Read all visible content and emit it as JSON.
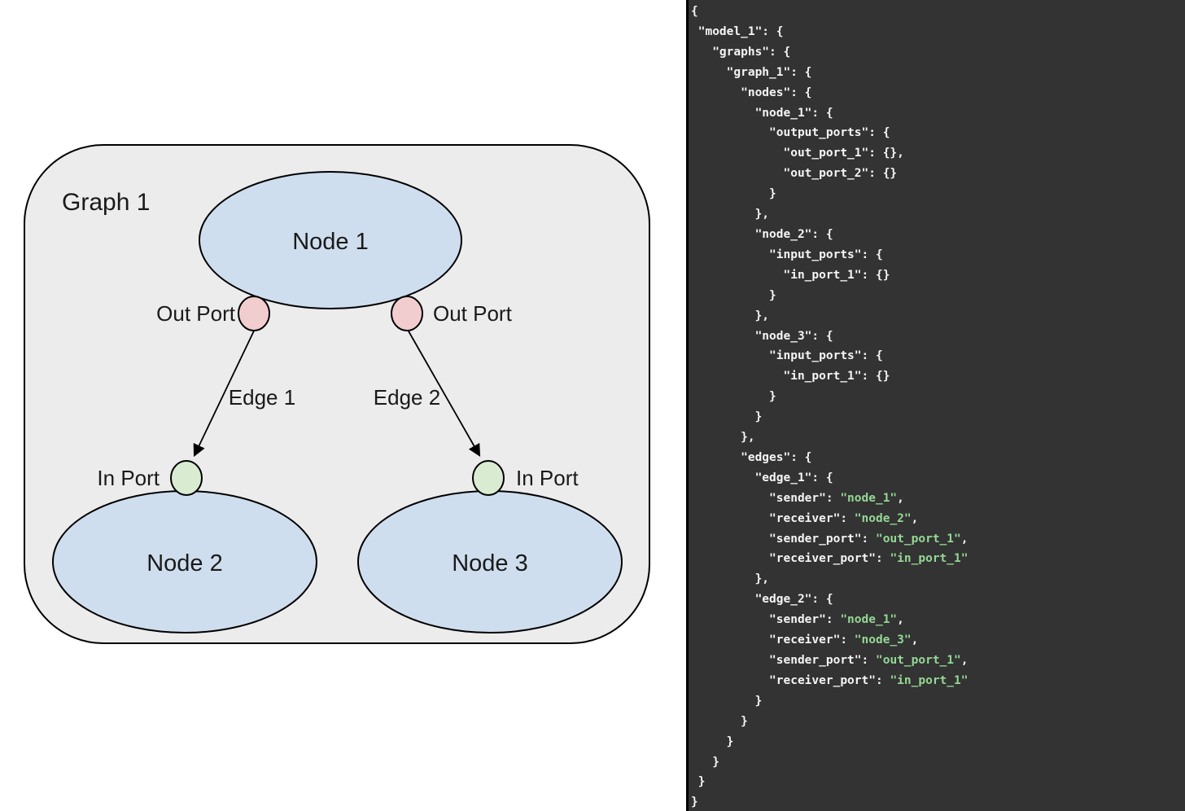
{
  "diagram": {
    "graph_label": "Graph 1",
    "nodes": [
      {
        "label": "Node 1"
      },
      {
        "label": "Node 2"
      },
      {
        "label": "Node 3"
      }
    ],
    "ports": {
      "out_left_label": "Out Port",
      "out_right_label": "Out Port",
      "in_left_label": "In Port",
      "in_right_label": "In Port"
    },
    "edges": [
      {
        "label": "Edge 1"
      },
      {
        "label": "Edge 2"
      }
    ],
    "colors": {
      "graph_fill": "#ececec",
      "node_fill": "#cfdeee",
      "out_port_fill": "#f2cdd0",
      "in_port_fill": "#d9ecd2",
      "stroke": "#000000"
    }
  },
  "code_panel": {
    "background": "#333333",
    "text_color": "#f5f5f5",
    "string_color": "#95d795",
    "code": "{\n \"model_1\": {\n   \"graphs\": {\n     \"graph_1\": {\n       \"nodes\": {\n         \"node_1\": {\n           \"output_ports\": {\n             \"out_port_1\": {},\n             \"out_port_2\": {}\n           }\n         },\n         \"node_2\": {\n           \"input_ports\": {\n             \"in_port_1\": {}\n           }\n         },\n         \"node_3\": {\n           \"input_ports\": {\n             \"in_port_1\": {}\n           }\n         }\n       },\n       \"edges\": {\n         \"edge_1\": {\n           \"sender\": \"node_1\",\n           \"receiver\": \"node_2\",\n           \"sender_port\": \"out_port_1\",\n           \"receiver_port\": \"in_port_1\"\n         },\n         \"edge_2\": {\n           \"sender\": \"node_1\",\n           \"receiver\": \"node_3\",\n           \"sender_port\": \"out_port_1\",\n           \"receiver_port\": \"in_port_1\"\n         }\n       }\n     }\n   }\n }\n}"
  }
}
